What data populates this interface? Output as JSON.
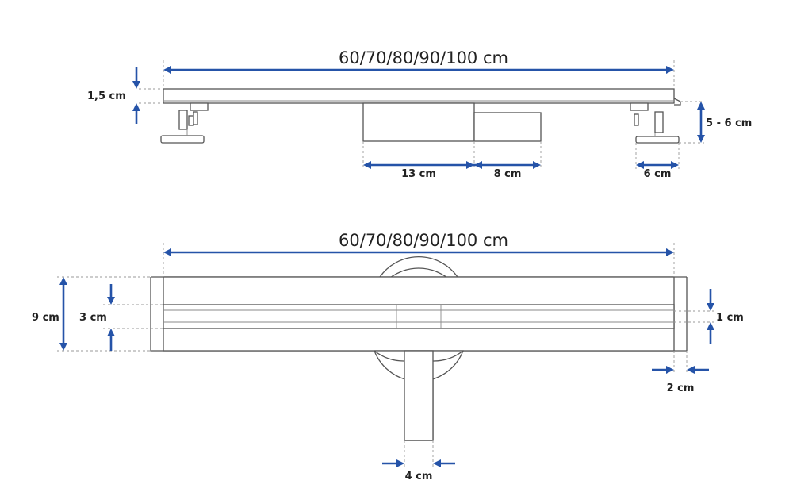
{
  "colors": {
    "dimension_arrow": "#2553a8",
    "outline": "#555555",
    "text": "#222222",
    "background": "#ffffff"
  },
  "side_view": {
    "length": "60/70/80/90/100 cm",
    "profile_height": "1,5 cm",
    "box_width": "13 cm",
    "outlet_width": "8 cm",
    "foot_width": "6 cm",
    "adjustable_height": "5 - 6 cm"
  },
  "top_view": {
    "length": "60/70/80/90/100 cm",
    "overall_width": "9 cm",
    "channel_width": "3 cm",
    "grate_width": "1 cm",
    "edge_offset": "2 cm",
    "pipe_diameter": "4 cm"
  }
}
